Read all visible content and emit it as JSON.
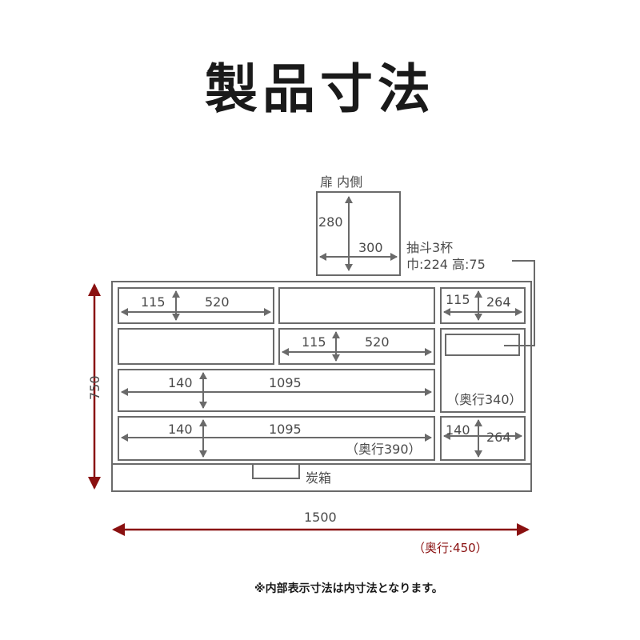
{
  "title": "製品寸法",
  "door": {
    "label": "扉 内側",
    "height": "280",
    "width": "300"
  },
  "drawer_note": {
    "line1": "抽斗3杯",
    "line2": "巾:224 高:75"
  },
  "compartments": {
    "top_left": {
      "depth": "115",
      "width": "520"
    },
    "top_right": {
      "depth": "115",
      "width": "264"
    },
    "mid_center": {
      "depth": "115",
      "width": "520"
    },
    "row3": {
      "depth": "140",
      "width": "1095"
    },
    "row4": {
      "depth": "140",
      "width": "1095",
      "inner_depth": "（奥行390）"
    },
    "right_tall": {
      "inner_depth": "（奥行340）"
    },
    "bottom_right": {
      "depth": "140",
      "width": "264"
    }
  },
  "charcoal_box": "炭箱",
  "overall": {
    "height": "750",
    "width": "1500",
    "depth": "（奥行:450）"
  },
  "footnote": "※内部表示寸法は内寸法となります。",
  "colors": {
    "outline": "#6a6a6a",
    "accent": "#8a1010",
    "text": "#1a1a1a"
  }
}
